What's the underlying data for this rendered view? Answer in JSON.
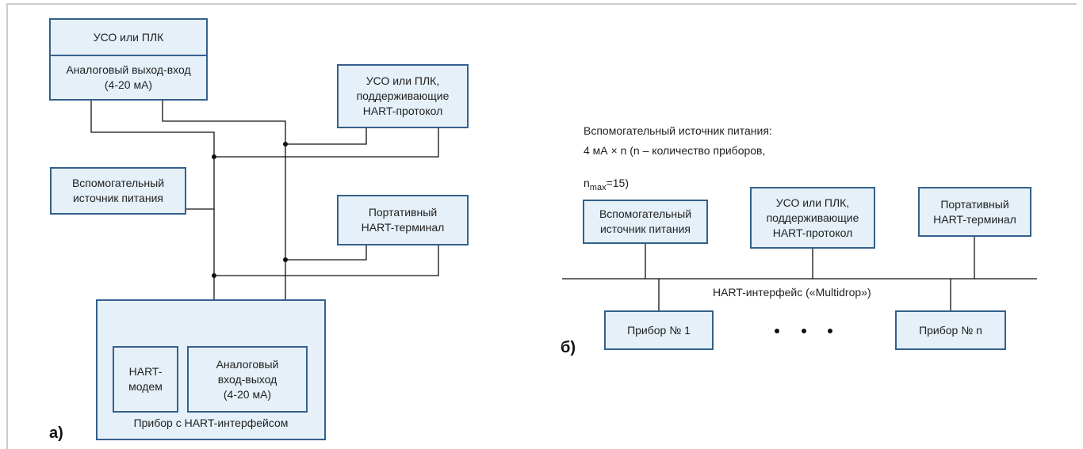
{
  "diagram_a": {
    "label": "а)",
    "uso_plc": "УСО или ПЛК",
    "analog_out_in": "Аналоговый выход-вход\n(4-20 мА)",
    "uso_plc_hart": "УСО или ПЛК,\nподдерживающие\nHART-протокол",
    "aux_power": "Вспомогательный\nисточник питания",
    "portable_terminal": "Портативный\nHART-терминал",
    "hart_modem": "HART-\nмодем",
    "analog_in_out": "Аналоговый\nвход-выход\n(4-20 мА)",
    "device_caption": "Прибор с HART-интерфейсом"
  },
  "diagram_b": {
    "label": "б)",
    "note_line1": "Вспомогательный источник питания:",
    "note_line2": "4 мА × n (n – количество  приборов,",
    "note_n": "n",
    "note_sub": "max",
    "note_tail": "=15)",
    "aux_power": "Вспомогательный\nисточник питания",
    "uso_plc_hart": "УСО или ПЛК,\nподдерживающие\nHART-протокол",
    "portable_terminal": "Портативный\nHART-терминал",
    "bus_label": "HART-интерфейс («Multidrop»)",
    "device_1": "Прибор № 1",
    "device_n": "Прибор № n"
  },
  "colors": {
    "box_fill": "#e5f0f8",
    "box_border": "#34608c",
    "wire": "#111111",
    "frame": "#c8ccd0"
  }
}
